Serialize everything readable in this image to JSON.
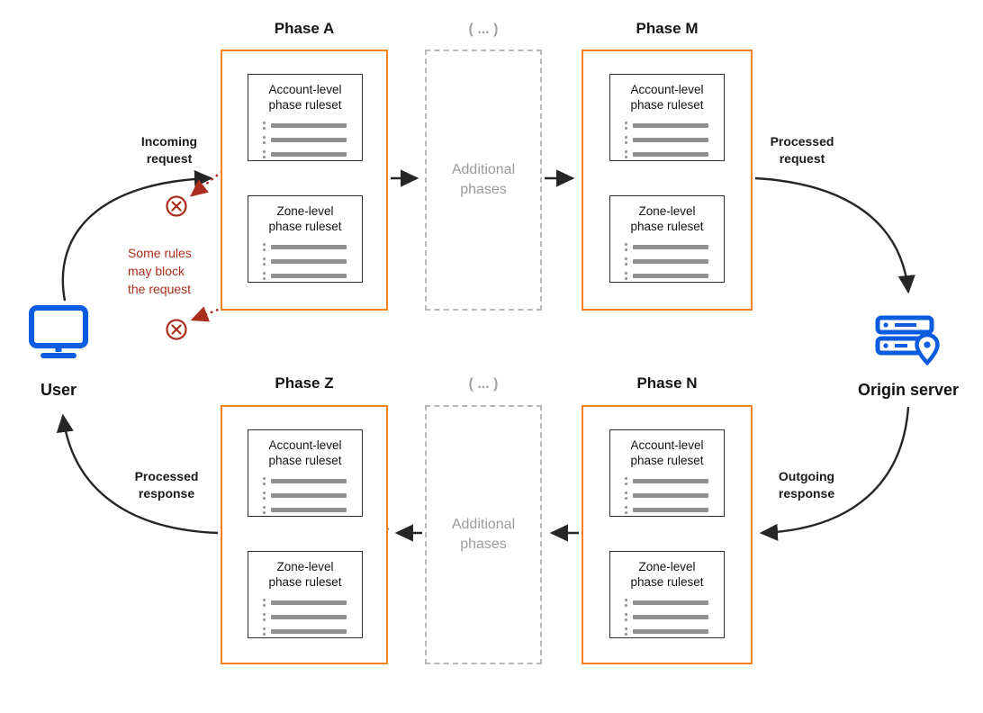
{
  "colors": {
    "phase_border_orange": "#F6821F",
    "endpoint_icon_blue": "#0B5CDE",
    "warning_red": "#AB2D1E",
    "muted_gray": "#9B9B9B",
    "ruleset_bar_gray": "#8F8F8F",
    "arrow_dark": "#262626"
  },
  "phases": [
    {
      "title": "Phase A"
    },
    {
      "title": "Phase M"
    },
    {
      "title": "Phase Z"
    },
    {
      "title": "Phase N"
    }
  ],
  "cards": {
    "account_label": "Account-level\nphase ruleset",
    "zone_label": "Zone-level\nphase ruleset"
  },
  "additional_phases": {
    "ellipsis": "( ... )",
    "label": "Additional\nphases"
  },
  "flow_labels": {
    "incoming_request": "Incoming\nrequest",
    "processed_request": "Processed\nrequest",
    "outgoing_response": "Outgoing\nresponse",
    "processed_response": "Processed\nresponse"
  },
  "warning": {
    "note": "Some rules\nmay block\nthe request"
  },
  "endpoints": {
    "user": "User",
    "origin": "Origin server"
  }
}
